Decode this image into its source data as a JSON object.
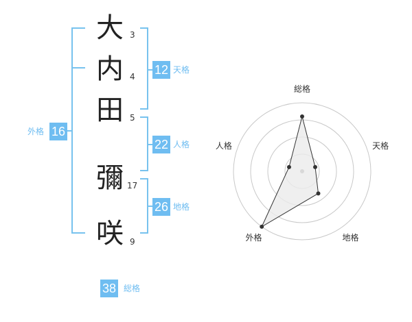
{
  "name": {
    "characters": [
      {
        "char": "大",
        "strokes": "3"
      },
      {
        "char": "内",
        "strokes": "4"
      },
      {
        "char": "田",
        "strokes": "5"
      },
      {
        "char": "彌",
        "strokes": "17"
      },
      {
        "char": "咲",
        "strokes": "9"
      }
    ]
  },
  "fortune": {
    "tenkaku": {
      "value": "12",
      "label": "天格"
    },
    "jinkaku": {
      "value": "22",
      "label": "人格"
    },
    "chikaku": {
      "value": "26",
      "label": "地格"
    },
    "gaikaku": {
      "value": "16",
      "label": "外格"
    },
    "soukaku": {
      "value": "38",
      "label": "総格"
    }
  },
  "colors": {
    "accent": "#6fbdf1",
    "bracket": "#77c2ee",
    "text": "#222222",
    "radar_fill": "#ebebeb",
    "radar_grid": "#c8c8c8"
  },
  "chart_data": {
    "type": "radar",
    "axes": [
      "総格",
      "天格",
      "地格",
      "外格",
      "人格"
    ],
    "max": 5,
    "values": [
      4,
      1,
      2,
      5,
      1
    ],
    "rings": 4
  }
}
